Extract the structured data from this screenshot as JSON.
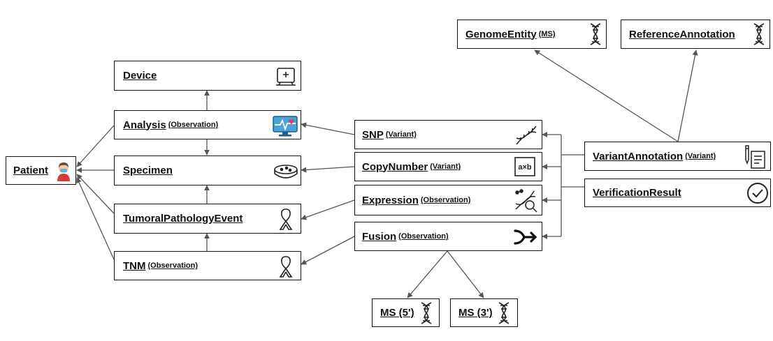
{
  "nodes": {
    "patient": {
      "name": "Patient",
      "icon": "patient-icon"
    },
    "device": {
      "name": "Device",
      "icon": "device-icon"
    },
    "analysis": {
      "name": "Analysis",
      "sub": "(Observation)",
      "icon": "monitor-heart-icon"
    },
    "specimen": {
      "name": "Specimen",
      "icon": "petri-dish-icon"
    },
    "tumoral": {
      "name": "TumoralPathologyEvent",
      "icon": "ribbon-icon"
    },
    "tnm": {
      "name": "TNM",
      "sub": "(Observation)",
      "icon": "ribbon-icon"
    },
    "snp": {
      "name": "SNP",
      "sub": "(Variant)",
      "icon": "dna-variant-icon"
    },
    "copynumber": {
      "name": "CopyNumber",
      "sub": "(Variant)",
      "icon": "axb-icon"
    },
    "expression": {
      "name": "Expression",
      "sub": "(Observation)",
      "icon": "gene-expression-icon"
    },
    "fusion": {
      "name": "Fusion",
      "sub": "(Observation)",
      "icon": "merge-arrow-icon"
    },
    "genome": {
      "name": "GenomeEntity",
      "sub": "(MS)",
      "icon": "dna-icon"
    },
    "reference": {
      "name": "ReferenceAnnotation",
      "icon": "dna-icon"
    },
    "variantannotation": {
      "name": "VariantAnnotation",
      "sub": "(Variant)",
      "icon": "annotation-document-icon"
    },
    "verification": {
      "name": "VerificationResult",
      "icon": "check-circle-icon"
    },
    "ms5": {
      "name": "MS (5')",
      "icon": "dna-icon"
    },
    "ms3": {
      "name": "MS (3')",
      "icon": "dna-icon"
    }
  }
}
